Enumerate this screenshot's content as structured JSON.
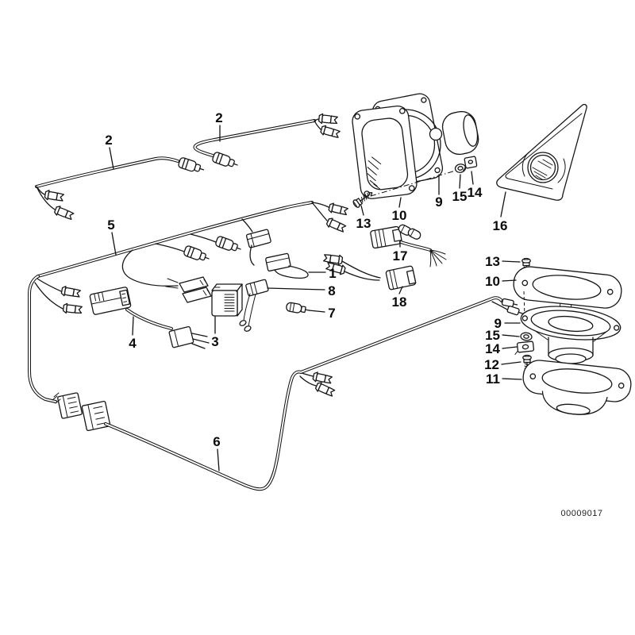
{
  "diagram": {
    "drawing_number": "00009017",
    "ink_color": "#161616",
    "paper_color": "#ffffff"
  },
  "callouts": [
    {
      "label": "2"
    },
    {
      "label": "2"
    },
    {
      "label": "5"
    },
    {
      "label": "1"
    },
    {
      "label": "8"
    },
    {
      "label": "7"
    },
    {
      "label": "4"
    },
    {
      "label": "3"
    },
    {
      "label": "17"
    },
    {
      "label": "18"
    },
    {
      "label": "13"
    },
    {
      "label": "10"
    },
    {
      "label": "9"
    },
    {
      "label": "15"
    },
    {
      "label": "14"
    },
    {
      "label": "16"
    },
    {
      "label": "13"
    },
    {
      "label": "10"
    },
    {
      "label": "9"
    },
    {
      "label": "15"
    },
    {
      "label": "14"
    },
    {
      "label": "12"
    },
    {
      "label": "11"
    },
    {
      "label": "6"
    }
  ]
}
